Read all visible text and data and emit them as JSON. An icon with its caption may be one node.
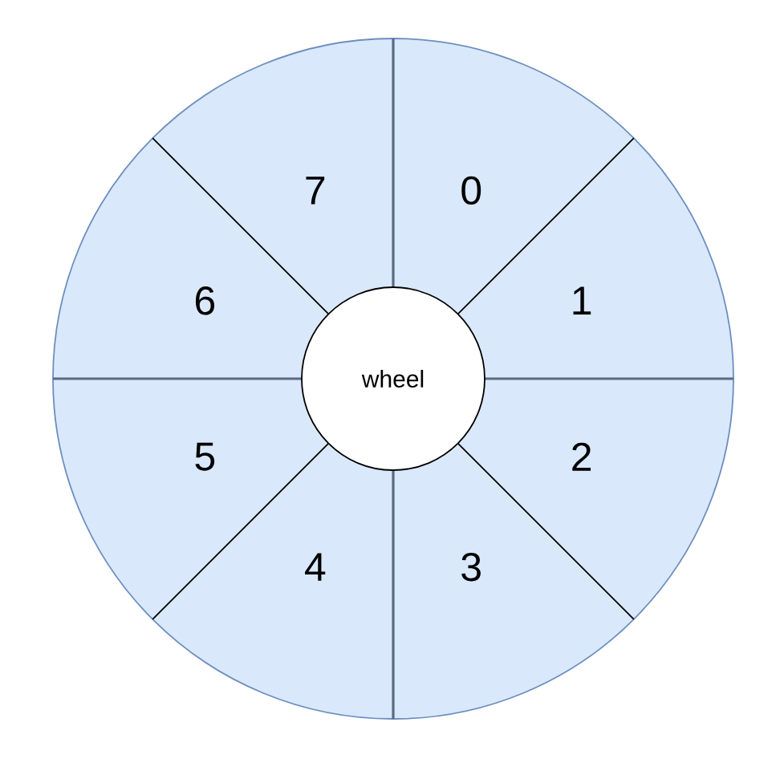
{
  "diagram": {
    "nodes": [
      {
        "text": [
          "0"
        ]
      },
      {
        "text": [
          "1"
        ]
      },
      {
        "text": [
          "2"
        ]
      },
      {
        "text": [
          "3"
        ]
      },
      {
        "text": [
          "4"
        ]
      },
      {
        "text": [
          "5"
        ]
      },
      {
        "text": [
          "6"
        ]
      },
      {
        "text": [
          "7"
        ]
      },
      {
        "text": [
          "wheel"
        ]
      }
    ]
  }
}
